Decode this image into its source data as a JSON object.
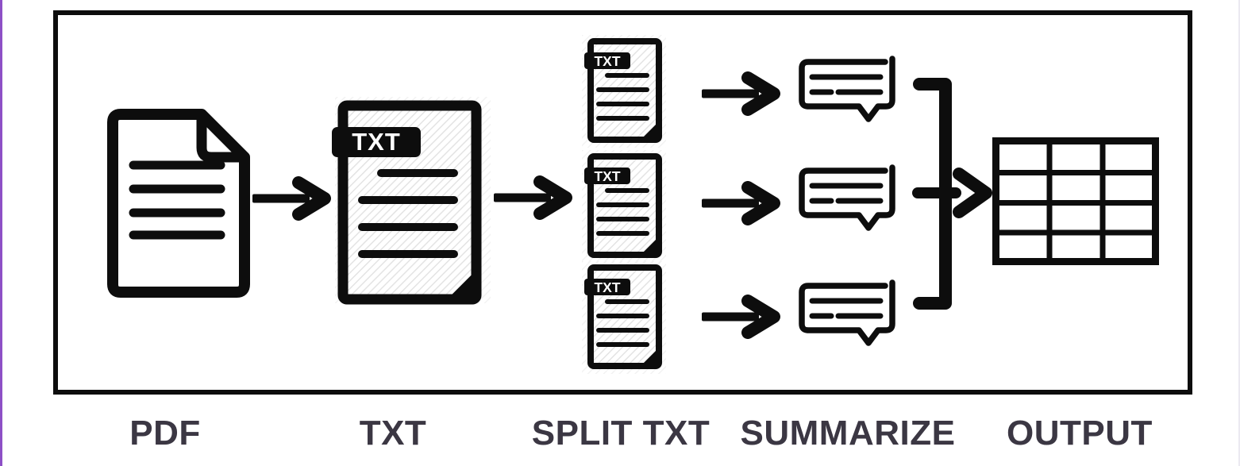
{
  "diagram": {
    "type": "flowchart",
    "badge_text": "TXT",
    "stages": [
      {
        "id": "pdf",
        "label": "PDF",
        "icon": "pdf-document-icon"
      },
      {
        "id": "txt",
        "label": "TXT",
        "icon": "txt-document-icon"
      },
      {
        "id": "split-txt",
        "label": "SPLIT TXT",
        "icon": "txt-document-icon",
        "count": 3
      },
      {
        "id": "summarize",
        "label": "SUMMARIZE",
        "icon": "summary-bubble-icon",
        "count": 3
      },
      {
        "id": "output",
        "label": "OUTPUT",
        "icon": "table-grid-icon",
        "table_rows": 4,
        "table_cols": 3
      }
    ],
    "flow": [
      {
        "from": "pdf",
        "to": "txt"
      },
      {
        "from": "txt",
        "to": "split-txt"
      },
      {
        "from": "split-txt",
        "to": "summarize",
        "parallel": 3
      },
      {
        "from": "summarize",
        "to": "output",
        "merge": true
      }
    ],
    "colors": {
      "ink": "#0d0d0d",
      "label_text": "#3b3743",
      "accent_left_border": "#8d50c6",
      "paper_hatch": "#e2e2e2"
    }
  }
}
